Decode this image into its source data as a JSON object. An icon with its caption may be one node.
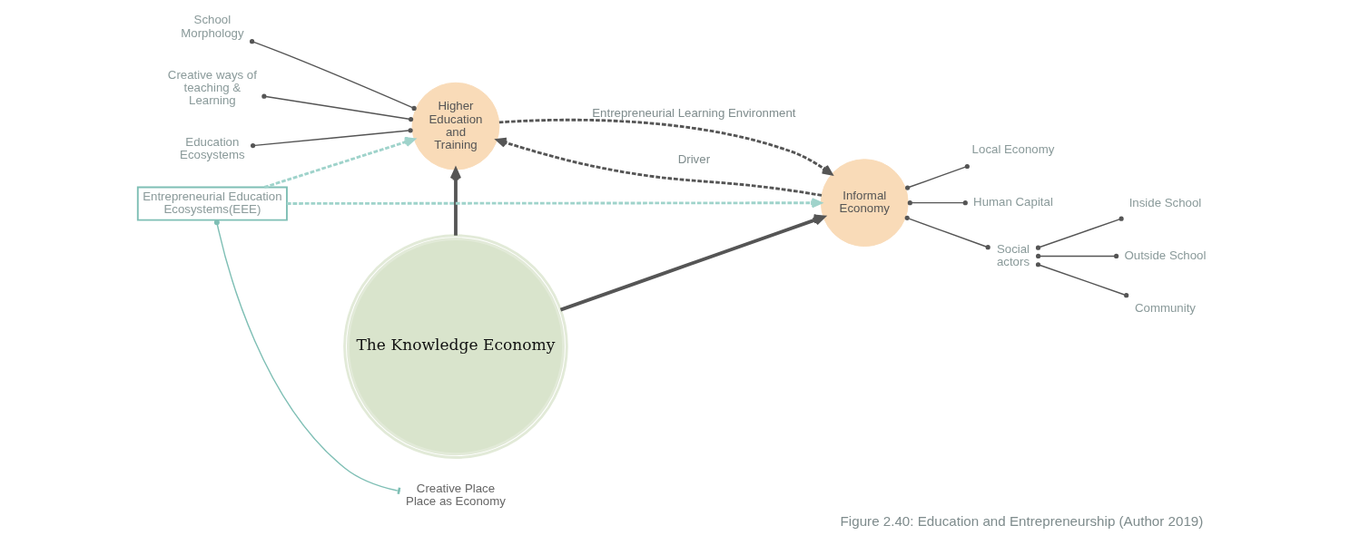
{
  "diagram": {
    "caption": "Figure 2.40: Education and Entrepreneurship (Author 2019)",
    "nodes": [
      {
        "text": [
          "Education Ecosystems"
        ]
      },
      {
        "text": [
          "School Morphology"
        ]
      },
      {
        "text": [
          "Creative ways of teaching & Learning"
        ]
      },
      {
        "text": [
          "Higher Education and Training"
        ]
      },
      {
        "text": [
          "The Knowledge Economy"
        ]
      },
      {
        "text": [
          "Informal Economy"
        ]
      },
      {
        "text": [
          "Local Economy"
        ]
      },
      {
        "text": [
          "Human Capital"
        ]
      },
      {
        "text": [
          "Social actors"
        ]
      },
      {
        "text": [
          "Inside School"
        ]
      },
      {
        "text": [
          "Outside School"
        ]
      },
      {
        "text": [
          "Community"
        ]
      },
      {
        "text": [
          "Entrepreneurial Education Ecosystems(EEE)"
        ]
      },
      {
        "text": [
          "Creative Place Place as Economy"
        ]
      }
    ],
    "edges": [
      {
        "from": 0,
        "to": 3,
        "arrow": "other"
      },
      {
        "from": 1,
        "to": 3,
        "arrow": "other"
      },
      {
        "from": 2,
        "to": 3,
        "arrow": "other"
      },
      {
        "from": 5,
        "to": 3,
        "arrow": "to",
        "label": "Driver",
        "style": "dashed"
      },
      {
        "from": 4,
        "to": 5,
        "arrow": "to",
        "style": "thick"
      },
      {
        "from": 4,
        "to": 3,
        "arrow": "to",
        "style": "thick"
      },
      {
        "from": 3,
        "to": 5,
        "arrow": "to",
        "label": "Entrepreneurial Learning Environment",
        "style": "dashed"
      },
      {
        "from": 12,
        "to": 3,
        "arrow": "to",
        "style": "dashed",
        "color": "#9fd3cb"
      },
      {
        "from": 12,
        "to": 5,
        "arrow": "to",
        "style": "dashed",
        "color": "#9fd3cb"
      },
      {
        "from": 12,
        "to": 13,
        "arrow": "other",
        "color": "#7fbfb5"
      },
      {
        "from": 5,
        "to": 6,
        "arrow": "other"
      },
      {
        "from": 5,
        "to": 7,
        "arrow": "other"
      },
      {
        "from": 5,
        "to": 8,
        "arrow": "other"
      },
      {
        "from": 8,
        "to": 9,
        "arrow": "other"
      },
      {
        "from": 8,
        "to": 10,
        "arrow": "other"
      },
      {
        "from": 8,
        "to": 11,
        "arrow": "other"
      }
    ]
  }
}
